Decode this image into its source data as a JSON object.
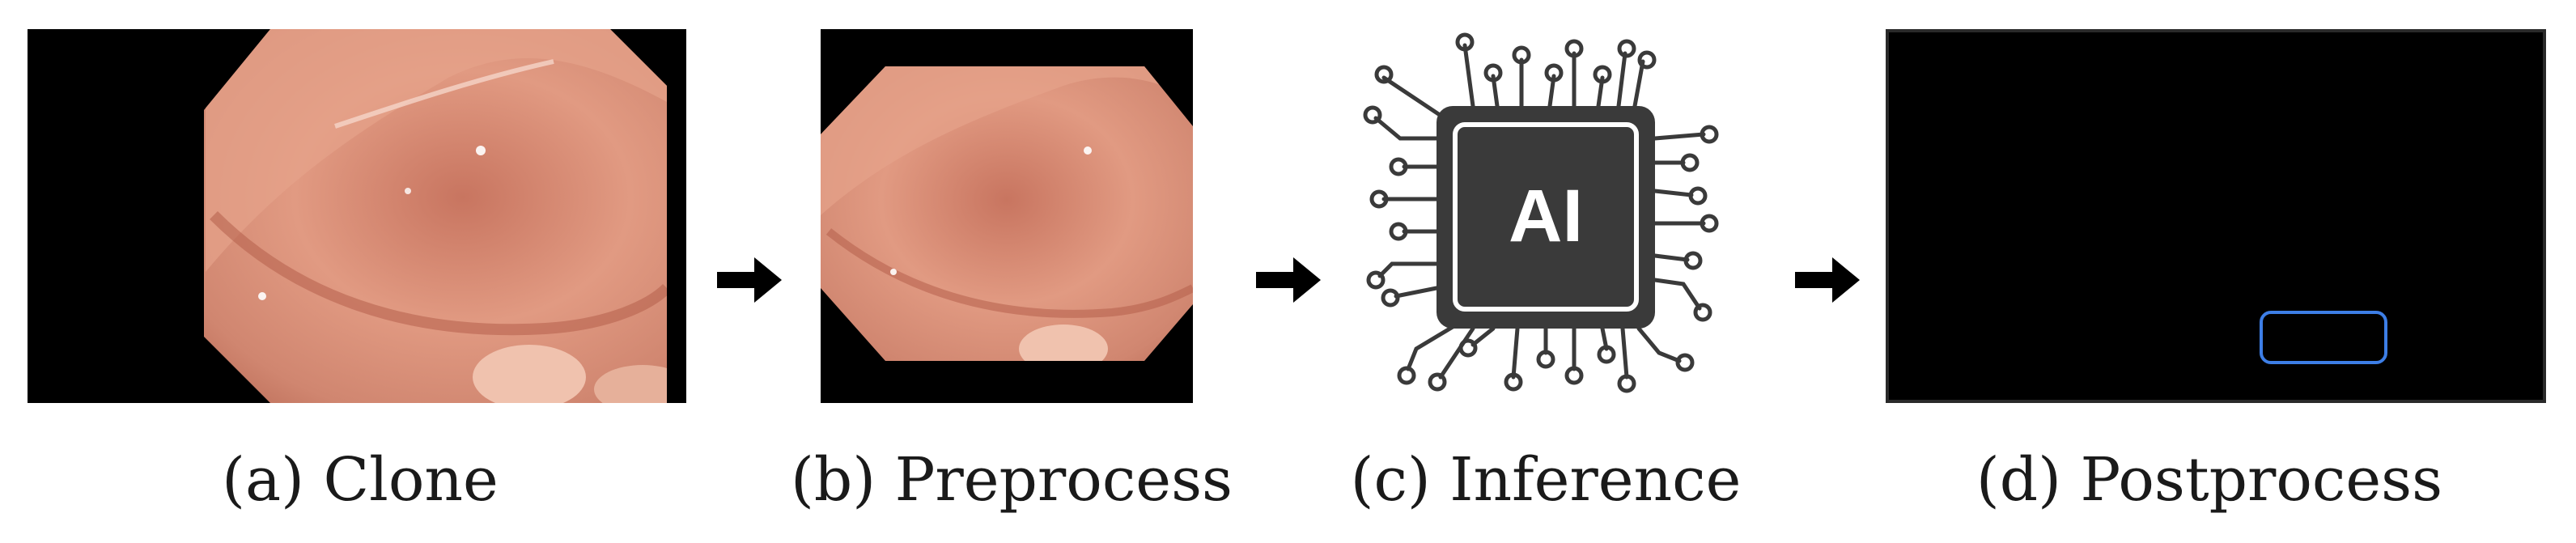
{
  "panels": [
    {
      "id": "a",
      "caption": "(a) Clone"
    },
    {
      "id": "b",
      "caption": "(b) Preprocess"
    },
    {
      "id": "c",
      "caption": "(c) Inference",
      "chip_label": "AI"
    },
    {
      "id": "d",
      "caption": "(d) Postprocess"
    }
  ],
  "colors": {
    "background": "#ffffff",
    "frame_black": "#000000",
    "tissue": "#d98a72",
    "chip_dark": "#3a3a3a",
    "bbox_blue": "#3d7ee6"
  },
  "icons": [
    "right-arrow-icon",
    "ai-chip-icon",
    "circuit-trace-icon"
  ]
}
